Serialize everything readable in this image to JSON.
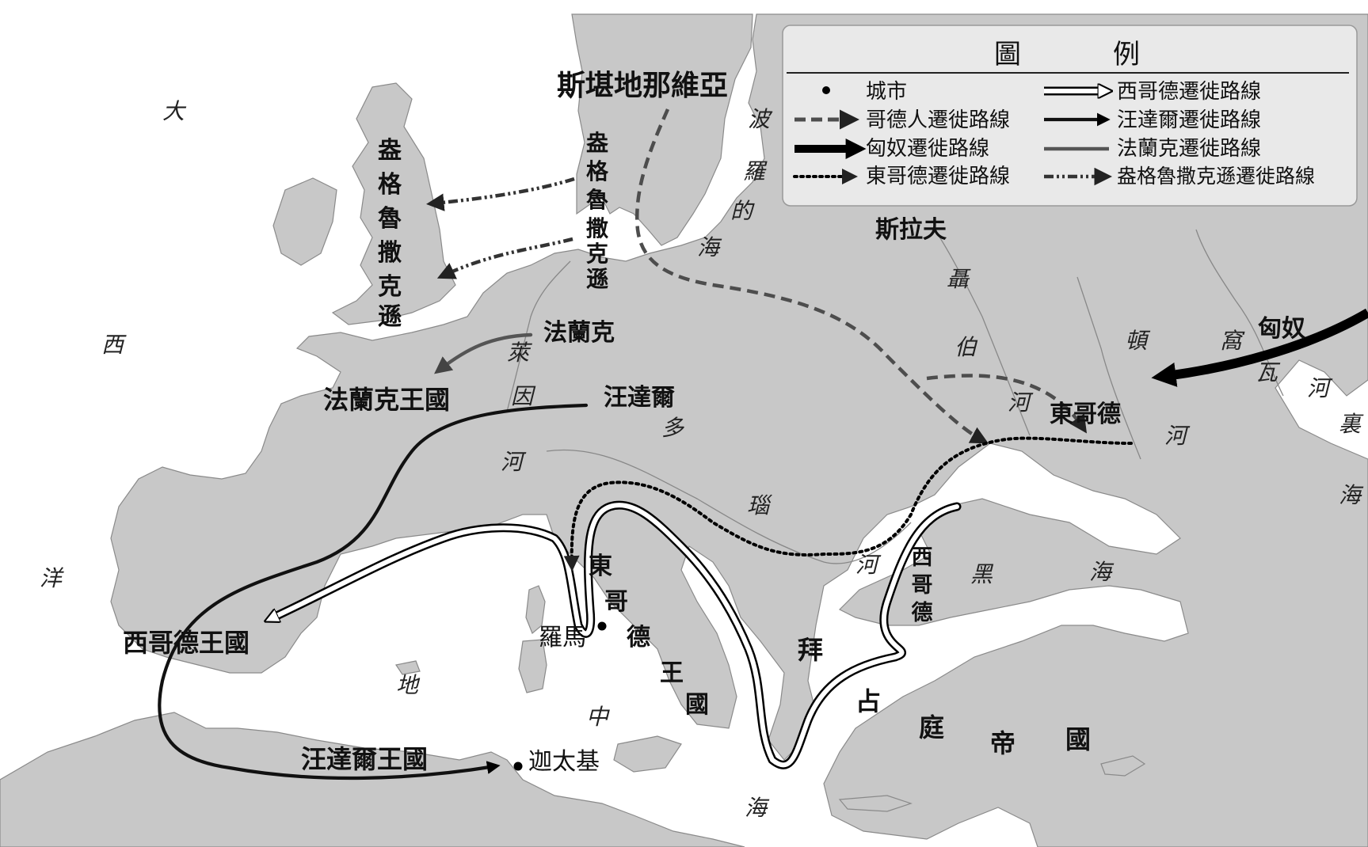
{
  "legend": {
    "title_left": "圖",
    "title_right": "例",
    "items": {
      "city": "城市",
      "goths": "哥德人遷徙路線",
      "huns": "匈奴遷徙路線",
      "ostrogoths": "東哥德遷徙路線",
      "visigoths": "西哥德遷徙路線",
      "vandals": "汪達爾遷徙路線",
      "franks": "法蘭克遷徙路線",
      "anglosaxons": "盎格魯撒克遜遷徙路線"
    }
  },
  "labels": {
    "scandinavia": "斯堪地那維亞",
    "anglosaxon_v1": "盎格魯撒克遜",
    "anglosaxon_v2": "盎格魯撒克遜",
    "franks": "法蘭克",
    "frankish_kingdom": "法蘭克王國",
    "vandals": "汪達爾",
    "slavs": "斯拉夫",
    "ostrogoths_label": "東哥德",
    "huns": "匈奴",
    "ostrogothic_kingdom": "東哥德王國",
    "visigoths_label": "西哥德",
    "visigothic_kingdom": "西哥德王國",
    "vandal_kingdom": "汪達爾王國",
    "rome": "羅馬",
    "carthage": "迦太基",
    "byzantine": "拜占庭帝國"
  },
  "seas": {
    "atlantic": "大西洋",
    "baltic": "波羅的海",
    "rhine": "萊因河",
    "danube": "多瑙河",
    "dnieper": "聶伯河",
    "don": "頓河",
    "volga": "窩瓦河",
    "caspian": "裏海",
    "black_sea_1": "黑",
    "black_sea_2": "海",
    "mediterranean": "地中海"
  },
  "colors": {
    "land": "#c8c8c8",
    "sea": "#ffffff",
    "goths": "#555555",
    "huns": "#000000",
    "ostrogoths": "#000000",
    "vandals": "#111111",
    "franks": "#555555",
    "anglosaxons": "#333333"
  }
}
